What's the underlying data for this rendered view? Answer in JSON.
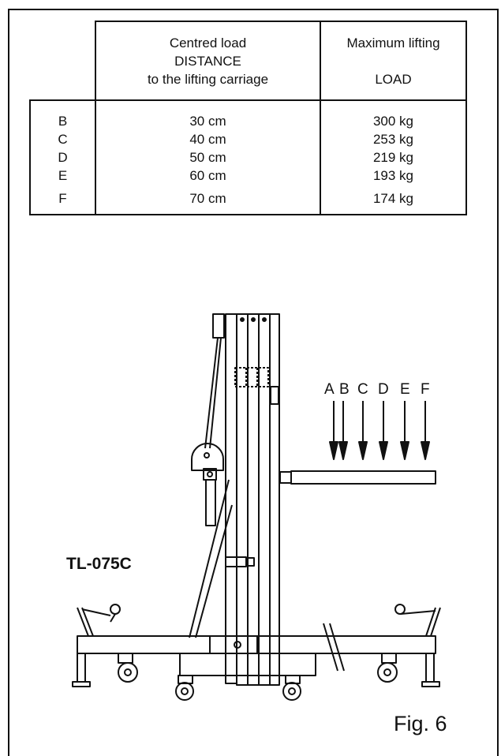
{
  "table": {
    "header_distance": [
      "Centred load",
      "DISTANCE",
      "to the lifting carriage"
    ],
    "header_load": [
      "Maximum lifting",
      "LOAD"
    ],
    "rows": [
      {
        "label": "B",
        "distance": "30 cm",
        "load": "300 kg"
      },
      {
        "label": "C",
        "distance": "40 cm",
        "load": "253 kg"
      },
      {
        "label": "D",
        "distance": "50 cm",
        "load": "219 kg"
      },
      {
        "label": "E",
        "distance": "60 cm",
        "load": "193 kg"
      },
      {
        "label": "F",
        "distance": "70 cm",
        "load": "174 kg"
      }
    ]
  },
  "figure": {
    "model": "TL-075C",
    "arrow_labels": [
      "A",
      "B",
      "C",
      "D",
      "E",
      "F"
    ],
    "caption": "Fig. 6"
  }
}
